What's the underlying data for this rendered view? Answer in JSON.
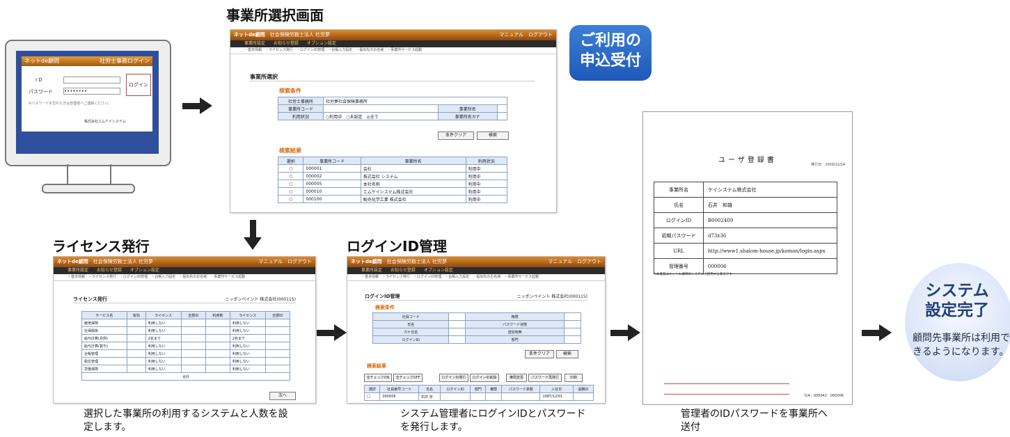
{
  "titles": {
    "select": "事業所選択画面",
    "license": "ライセンス発行",
    "login_id": "ログインID管理"
  },
  "badge": {
    "line1": "ご利用の",
    "line2": "申込受付"
  },
  "login_screen": {
    "brand": "ネットde顧問",
    "header_right": "社労士事務ログイン",
    "id_label": "I D",
    "password_label": "パスワード",
    "password_value": "••••••••",
    "login_button": "ログイン",
    "forgot_text": "※パスワードを忘れた方は管理者へご連絡ください。",
    "footer": "株式会社エムケイシステム"
  },
  "select_window": {
    "brand": "ネットde顧問",
    "office": "社会保険労務士法人 社労夢",
    "top_right": "マニュアル　ログアウト",
    "menu": "事業所設定　　お知らせ登録　　オプション設定",
    "submenu": "・基本情報　・ライセンス発行　・ログインID管理　・台帳入力設定　・提出先のお名様　・事業所サービス起動",
    "section": "事業所選択",
    "search_heading": "検索条件",
    "search_rows": [
      {
        "label": "社労士事務所",
        "value": "社労夢社会保険事務所"
      },
      {
        "label": "事業所コード",
        "value": "",
        "label2": "事業所名"
      },
      {
        "label": "利用状況",
        "value": "○利用中　○未設定　◎全て",
        "label2": "事業所名カナ"
      }
    ],
    "clear_button": "条件クリア",
    "search_button": "検索",
    "result_heading": "検索結果",
    "result_headers": [
      "選択",
      "事業所コード",
      "事業所名",
      "利用状況"
    ],
    "results": [
      {
        "code": "000001",
        "name": "会社",
        "status": "利用中"
      },
      {
        "code": "000002",
        "name": "株式会社 システム",
        "status": "利用中"
      },
      {
        "code": "000005",
        "name": "本社名称",
        "status": "利用中"
      },
      {
        "code": "000010",
        "name": "エムケイシステム株式会社",
        "status": "利用中"
      },
      {
        "code": "000100",
        "name": "販売化学工業 株式会社",
        "status": "利用中"
      }
    ]
  },
  "license_window": {
    "brand": "ネットde顧問",
    "office": "社会保険労務士法人 社労夢",
    "section": "ライセンス発行",
    "company": "ニッポンペイント 株式会社(000115)",
    "headers": [
      "サービス名",
      "有効",
      "ライセンス",
      "全部ID",
      "利用数",
      "ライセンス",
      "全部ID"
    ],
    "rows": [
      {
        "name": "雇用保険",
        "a": "利用しない",
        "b": "利用しない"
      },
      {
        "name": "社保関係",
        "a": "利用しない",
        "b": "利用しない"
      },
      {
        "name": "給与計算(月例)",
        "a": "2名まで",
        "b": "2名まで"
      },
      {
        "name": "給与計算(賞与)",
        "a": "利用しない",
        "b": "利用しない"
      },
      {
        "name": "台帳管理",
        "a": "利用しない",
        "b": "利用しない"
      },
      {
        "name": "勤怠管理",
        "a": "利用しない",
        "b": "利用しない"
      },
      {
        "name": "労働保険",
        "a": "利用しない",
        "b": "利用しない"
      }
    ],
    "total_label": "合計",
    "next_button": "次へ"
  },
  "login_window": {
    "brand": "ネットde顧問",
    "office": "社会保険労務士法人 社労夢",
    "section": "ログインID管理",
    "company": "ニッポンペイント 株式会社(000115)",
    "search_heading": "検索条件",
    "labels": [
      "社員コード",
      "氏名",
      "カナ氏名",
      "ログインID"
    ],
    "labels2": [
      "権限",
      "パスワード状態",
      "送信有無",
      "部門"
    ],
    "clear_button": "条件クリア",
    "search_button": "検索",
    "result_heading": "検索結果",
    "buttons": [
      "全チェックON",
      "全チェックOFF",
      "ログインID発行",
      "ログインID削除",
      "権限変更",
      "パスワード再発行",
      "印刷"
    ],
    "result_headers": [
      "選択",
      "社員番号コード",
      "氏名",
      "ログインID",
      "部門",
      "権限",
      "パスワード状態",
      "入社日",
      "退職日"
    ],
    "row": {
      "code": "000006",
      "name": "石井 渉",
      "date": "1987/12/01"
    }
  },
  "document": {
    "title": "ユーザ登録書",
    "date": "発行日：2009/12/24",
    "rows": [
      {
        "k": "事業所名",
        "v": "ケイシステム株式会社"
      },
      {
        "k": "氏名",
        "v": "石井　和雄"
      },
      {
        "k": "ログインID",
        "v": "B0002409"
      },
      {
        "k": "初期パスワード",
        "v": "d73x36"
      },
      {
        "k": "URL",
        "v": "http://www1.shalom-house.jp/komon/login.aspx"
      },
      {
        "k": "管理番号",
        "v": "000006"
      }
    ],
    "note": "※本書面はネットde顧問のシステムで使用する番号です",
    "footer": "5/4：000042　000006"
  },
  "completion": {
    "line1": "システム",
    "line2": "設定完了",
    "body": "顧問先事業所は利用できるようになります。"
  },
  "captions": {
    "license": "選択した事業所の利用するシステムと人数を設定します。",
    "login": "システム管理者にログインIDとパスワードを発行します。",
    "document": "管理者のIDパスワードを事業所へ送付"
  }
}
